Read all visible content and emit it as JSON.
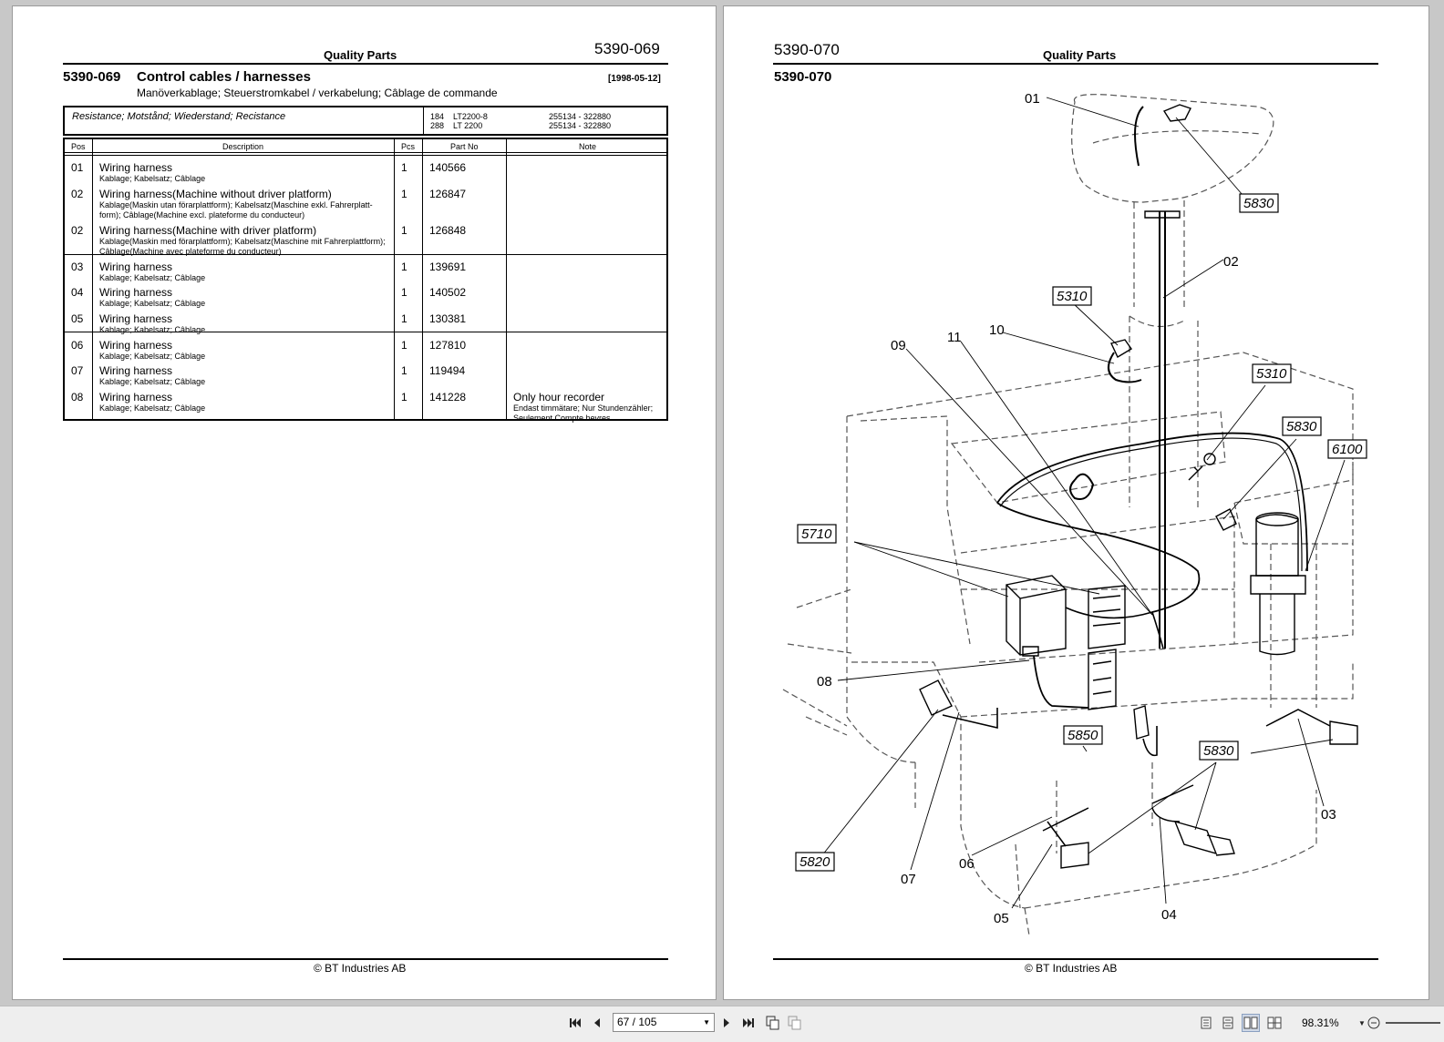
{
  "left_page": {
    "header_center": "Quality Parts",
    "header_number": "5390-069",
    "section_number": "5390-069",
    "section_title": "Control cables / harnesses",
    "section_date": "[1998-05-12]",
    "section_subtitle": "Manöverkablage; Steuerstromkabel / verkabelung; Câblage de commande",
    "info": {
      "label": "Resistance; Motstånd; Wiederstand; Recistance",
      "models": [
        {
          "code": "184",
          "name": "LT2200-8",
          "serial": "255134 - 322880"
        },
        {
          "code": "288",
          "name": "LT 2200",
          "serial": "255134 - 322880"
        }
      ]
    },
    "columns": [
      "Pos",
      "Description",
      "Pcs",
      "Part No",
      "Note"
    ],
    "rows": [
      {
        "pos": "01",
        "desc": "Wiring harness",
        "sub": "Kablage; Kabelsatz; Câblage",
        "pcs": "1",
        "part": "140566",
        "note": "",
        "note_sub": ""
      },
      {
        "pos": "02",
        "desc": "Wiring harness(Machine without driver platform)",
        "sub": "Kablage(Maskin utan förarplattform); Kabelsatz(Maschine exkl. Fahrerplatt-\nform); Câblage(Machine excl. plateforme du conducteur)",
        "pcs": "1",
        "part": "126847",
        "note": "",
        "note_sub": ""
      },
      {
        "pos": "02",
        "desc": "Wiring harness(Machine with driver platform)",
        "sub": "Kablage(Maskin med förarplattform); Kabelsatz(Maschine mit Fahrerplattform);\nCâblage(Machine avec plateforme du conducteur)",
        "pcs": "1",
        "part": "126848",
        "note": "",
        "note_sub": ""
      },
      {
        "pos": "03",
        "desc": "Wiring harness",
        "sub": "Kablage; Kabelsatz; Câblage",
        "pcs": "1",
        "part": "139691",
        "note": "",
        "note_sub": ""
      },
      {
        "pos": "04",
        "desc": "Wiring harness",
        "sub": "Kablage; Kabelsatz; Câblage",
        "pcs": "1",
        "part": "140502",
        "note": "",
        "note_sub": ""
      },
      {
        "pos": "05",
        "desc": "Wiring harness",
        "sub": "Kablage; Kabelsatz; Câblage",
        "pcs": "1",
        "part": "130381",
        "note": "",
        "note_sub": ""
      },
      {
        "pos": "06",
        "desc": "Wiring harness",
        "sub": "Kablage; Kabelsatz; Câblage",
        "pcs": "1",
        "part": "127810",
        "note": "",
        "note_sub": ""
      },
      {
        "pos": "07",
        "desc": "Wiring harness",
        "sub": "Kablage; Kabelsatz; Câblage",
        "pcs": "1",
        "part": "119494",
        "note": "",
        "note_sub": ""
      },
      {
        "pos": "08",
        "desc": "Wiring harness",
        "sub": "Kablage; Kabelsatz; Câblage",
        "pcs": "1",
        "part": "141228",
        "note": "Only hour recorder",
        "note_sub": "Endast timmätare; Nur Stundenzähler;\nSeulement Compte hevres"
      }
    ],
    "footer": "© BT Industries AB"
  },
  "right_page": {
    "header_number": "5390-070",
    "header_center": "Quality Parts",
    "section_number": "5390-070",
    "callouts": {
      "c01": "01",
      "c02": "02",
      "c03": "03",
      "c04": "04",
      "c05": "05",
      "c06": "06",
      "c07": "07",
      "c08": "08",
      "c09": "09",
      "c10": "10",
      "c11": "11"
    },
    "boxed_callouts": {
      "b5830a": "5830",
      "b5310a": "5310",
      "b5310b": "5310",
      "b5830b": "5830",
      "b6100": "6100",
      "b5710": "5710",
      "b5850": "5850",
      "b5830c": "5830",
      "b5820": "5820"
    },
    "footer": "© BT Industries AB"
  },
  "toolbar": {
    "page_indicator": "67 / 105",
    "zoom": "98.31%"
  }
}
